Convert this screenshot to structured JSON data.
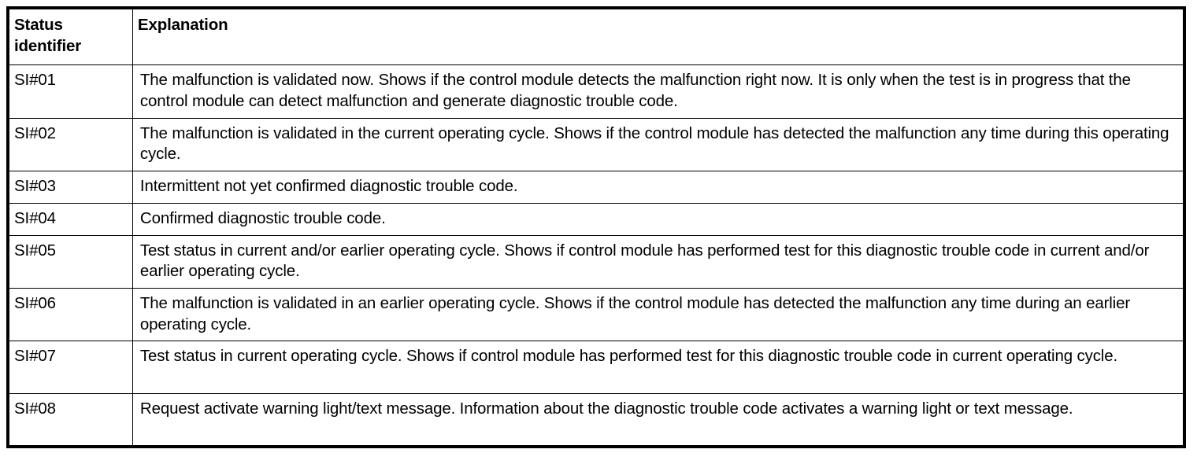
{
  "document": {
    "type": "table",
    "title": "Status identifier explanation table"
  },
  "table": {
    "headers": {
      "identifier_line1": "Status",
      "identifier_line2": "identifier",
      "explanation": "Explanation"
    },
    "rows": [
      {
        "id": "SI#01",
        "explanation": "The malfunction is validated now. Shows if the control module detects the malfunction right now. It is only when the test is in progress that the control module can detect malfunction and generate diagnostic trouble code.",
        "lines": 2
      },
      {
        "id": "SI#02",
        "explanation": "The malfunction is validated in the current operating cycle. Shows if the control module has detected the malfunction any time during this operating cycle.",
        "lines": 2
      },
      {
        "id": "SI#03",
        "explanation": "Intermittent not yet confirmed diagnostic trouble code.",
        "lines": 1
      },
      {
        "id": "SI#04",
        "explanation": "Confirmed diagnostic trouble code.",
        "lines": 1
      },
      {
        "id": "SI#05",
        "explanation": "Test status in current and/or earlier operating cycle. Shows if control module has performed test for this diagnostic trouble code in current and/or earlier operating cycle.",
        "lines": 2
      },
      {
        "id": "SI#06",
        "explanation": "The malfunction is validated in an earlier operating cycle. Shows if the control module has detected the malfunction any time during an earlier operating cycle.",
        "lines": 2
      },
      {
        "id": "SI#07",
        "explanation": "Test status in current operating cycle. Shows if control module has performed test for this diagnostic trouble code in current operating cycle.",
        "lines": 2
      },
      {
        "id": "SI#08",
        "explanation": "Request activate warning light/text message. Information about the diagnostic trouble code activates a warning light or text message.",
        "lines": 2
      }
    ]
  },
  "colors": {
    "text": "#000000",
    "background": "#ffffff",
    "border": "#000000"
  }
}
